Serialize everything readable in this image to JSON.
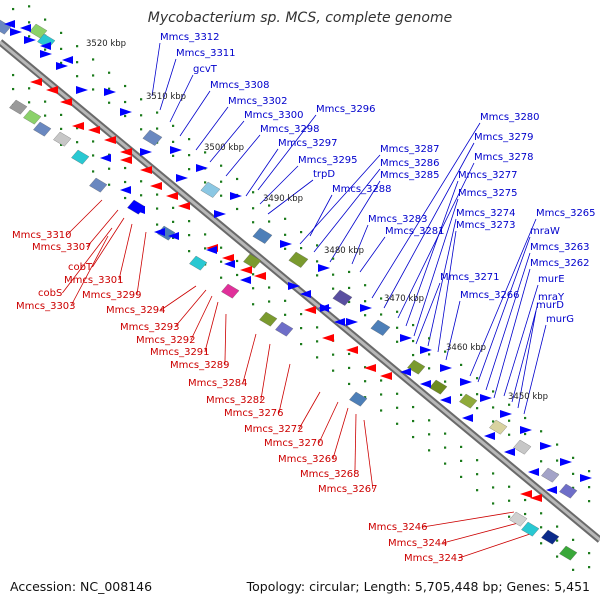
{
  "title": "Mycobacterium sp. MCS, complete genome",
  "footer": {
    "accession": "Accession: NC_008146",
    "topology": "Topology: circular; Length: 5,705,448 bp; Genes: 5,451"
  },
  "colors": {
    "forward_label": "#0000cc",
    "reverse_label": "#cc0000",
    "forward_gene": "#0000ff",
    "reverse_gene": "#ff0000",
    "backbone": "#8a8a8a",
    "tick": "#1a7a1a"
  },
  "axis_labels": [
    "3520 kbp",
    "3510 kbp",
    "3500 kbp",
    "3490 kbp",
    "3480 kbp",
    "3470 kbp",
    "3460 kbp",
    "3450 kbp"
  ],
  "forward_genes": [
    "Mmcs_3312",
    "Mmcs_3311",
    "gcvT",
    "Mmcs_3308",
    "Mmcs_3302",
    "Mmcs_3300",
    "Mmcs_3298",
    "Mmcs_3296",
    "Mmcs_3297",
    "Mmcs_3295",
    "trpD",
    "Mmcs_3287",
    "Mmcs_3286",
    "Mmcs_3285",
    "Mmcs_3288",
    "Mmcs_3280",
    "Mmcs_3279",
    "Mmcs_3278",
    "Mmcs_3277",
    "Mmcs_3275",
    "Mmcs_3283",
    "Mmcs_3281",
    "Mmcs_3274",
    "Mmcs_3273",
    "Mmcs_3265",
    "mraW",
    "Mmcs_3263",
    "Mmcs_3262",
    "Mmcs_3271",
    "Mmcs_3266",
    "murE",
    "mraY",
    "murD",
    "murG"
  ],
  "reverse_genes": [
    "Mmcs_3310",
    "Mmcs_3307",
    "cobT",
    "Mmcs_3301",
    "cobS",
    "Mmcs_3299",
    "Mmcs_3303",
    "Mmcs_3294",
    "Mmcs_3293",
    "Mmcs_3292",
    "Mmcs_3291",
    "Mmcs_3289",
    "Mmcs_3284",
    "Mmcs_3282",
    "Mmcs_3276",
    "Mmcs_3272",
    "Mmcs_3270",
    "Mmcs_3269",
    "Mmcs_3268",
    "Mmcs_3267",
    "Mmcs_3246",
    "Mmcs_3244",
    "Mmcs_3243"
  ]
}
